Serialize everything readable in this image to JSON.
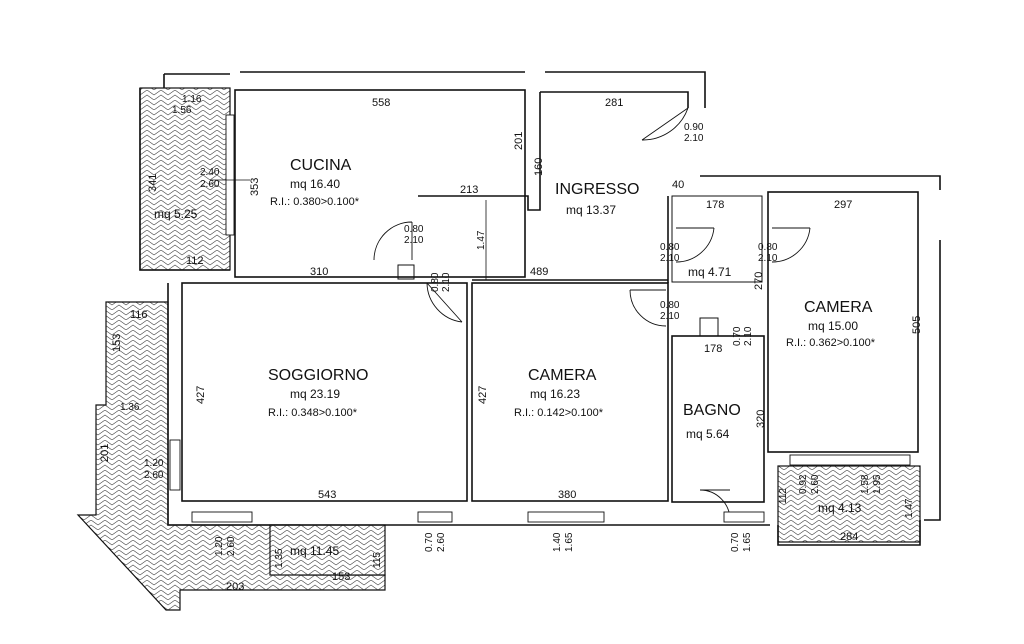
{
  "rooms": {
    "cucina": {
      "name": "CUCINA",
      "area": "mq  16.40",
      "ri": "R.I.:  0.380>0.100*"
    },
    "ingresso": {
      "name": "INGRESSO",
      "area": "mq  13.37"
    },
    "disimpegno": {
      "area": "mq  4.71"
    },
    "camera_right": {
      "name": "CAMERA",
      "area": "mq  15.00",
      "ri": "R.I.:  0.362>0.100*"
    },
    "soggiorno": {
      "name": "SOGGIORNO",
      "area": "mq  23.19",
      "ri": "R.I.:  0.348>0.100*"
    },
    "camera_center": {
      "name": "CAMERA",
      "area": "mq  16.23",
      "ri": "R.I.:  0.142>0.100*"
    },
    "bagno": {
      "name": "BAGNO",
      "area": "mq  5.64"
    },
    "balcony_left_top": {
      "area": "mq  5.25"
    },
    "balcony_bottom": {
      "area": "mq  11.45"
    },
    "balcony_right": {
      "area": "mq  4.13"
    }
  },
  "dimensions": {
    "d558": "558",
    "d281": "281",
    "d201a": "201",
    "d160": "160",
    "d213": "213",
    "d40": "40",
    "d178a": "178",
    "d297": "297",
    "d353": "353",
    "d341": "341",
    "d116a": "1.16",
    "d156": "1.56",
    "d240": "2.40",
    "d260a": "2.60",
    "d112": "112",
    "d310": "310",
    "d489": "489",
    "d147a": "1.47",
    "d080a": "0.80",
    "d210a": "2.10",
    "d080b": "0.80",
    "d210b": "2.10",
    "d080c": "0.80",
    "d210c": "2.10",
    "d080d": "0.80",
    "d210d": "2.10",
    "d080e": "0.80",
    "d210e": "2.10",
    "d090": "0.90",
    "d210f": "2.10",
    "d070a": "0.70",
    "d210g": "2.10",
    "d270": "270",
    "d505": "505",
    "d178b": "178",
    "d320": "320",
    "d427a": "427",
    "d427b": "427",
    "d116b": "116",
    "d153a": "153",
    "d136": "1.36",
    "d201b": "201",
    "d120a": "1.20",
    "d260b": "2.60",
    "d543": "543",
    "d380": "380",
    "d120b": "1.20",
    "d260c": "2.60",
    "d135": "1.35",
    "d115": "115",
    "d153b": "153",
    "d203": "203",
    "d070b": "0.70",
    "d260d": "2.60",
    "d140": "1.40",
    "d165a": "1.65",
    "d070c": "0.70",
    "d165b": "1.65",
    "d112b": "112",
    "d092": "0.92",
    "d260e": "2.60",
    "d158": "1.58",
    "d195": "1.95",
    "d147b": "1.47",
    "d284": "284"
  }
}
